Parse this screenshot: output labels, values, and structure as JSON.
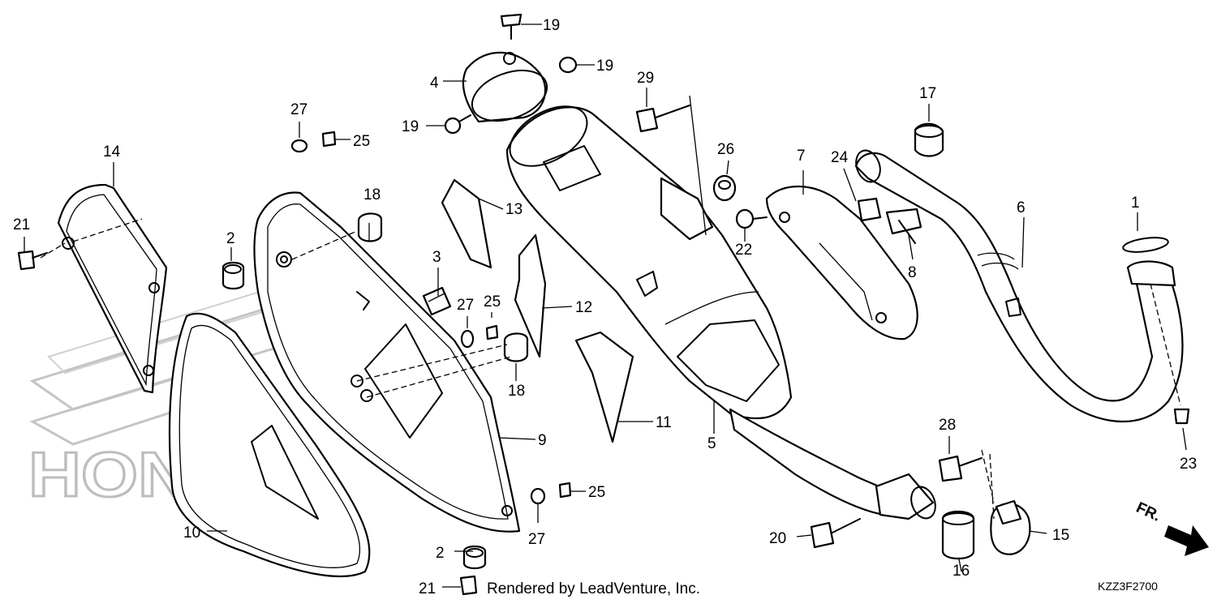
{
  "footer": {
    "rendered_by": "Rendered by LeadVenture, Inc.",
    "diagram_code": "KZZ3F2700"
  },
  "watermark": {
    "text": "HONDA"
  },
  "direction_indicator": {
    "label": "FR."
  },
  "callouts": [
    {
      "id": "c1",
      "text": "1"
    },
    {
      "id": "c2a",
      "text": "2"
    },
    {
      "id": "c2b",
      "text": "2"
    },
    {
      "id": "c3",
      "text": "3"
    },
    {
      "id": "c4",
      "text": "4"
    },
    {
      "id": "c5",
      "text": "5"
    },
    {
      "id": "c6",
      "text": "6"
    },
    {
      "id": "c7",
      "text": "7"
    },
    {
      "id": "c8",
      "text": "8"
    },
    {
      "id": "c9",
      "text": "9"
    },
    {
      "id": "c10",
      "text": "10"
    },
    {
      "id": "c11",
      "text": "11"
    },
    {
      "id": "c12",
      "text": "12"
    },
    {
      "id": "c13",
      "text": "13"
    },
    {
      "id": "c14",
      "text": "14"
    },
    {
      "id": "c15",
      "text": "15"
    },
    {
      "id": "c16",
      "text": "16"
    },
    {
      "id": "c17",
      "text": "17"
    },
    {
      "id": "c18a",
      "text": "18"
    },
    {
      "id": "c18b",
      "text": "18"
    },
    {
      "id": "c19a",
      "text": "19"
    },
    {
      "id": "c19b",
      "text": "19"
    },
    {
      "id": "c19c",
      "text": "19"
    },
    {
      "id": "c20",
      "text": "20"
    },
    {
      "id": "c21a",
      "text": "21"
    },
    {
      "id": "c21b",
      "text": "21"
    },
    {
      "id": "c22",
      "text": "22"
    },
    {
      "id": "c23",
      "text": "23"
    },
    {
      "id": "c24",
      "text": "24"
    },
    {
      "id": "c25a",
      "text": "25"
    },
    {
      "id": "c25b",
      "text": "25"
    },
    {
      "id": "c25c",
      "text": "25"
    },
    {
      "id": "c26",
      "text": "26"
    },
    {
      "id": "c27a",
      "text": "27"
    },
    {
      "id": "c27b",
      "text": "27"
    },
    {
      "id": "c27c",
      "text": "27"
    },
    {
      "id": "c28",
      "text": "28"
    },
    {
      "id": "c29",
      "text": "29"
    }
  ],
  "colors": {
    "line": "#000000",
    "watermark": "#bdbdbd",
    "background": "#ffffff"
  }
}
